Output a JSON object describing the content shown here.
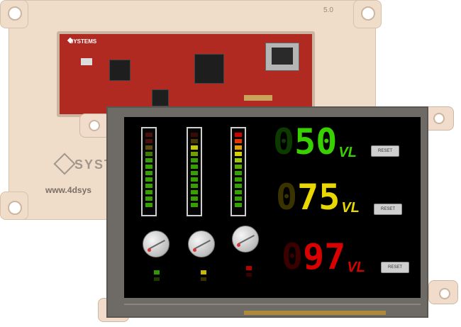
{
  "rear_module": {
    "version_label": "5.0",
    "brand_text": "SYSTEMS",
    "pcb_logo_text": "SYSTEMS",
    "url_text": "www.4dsys"
  },
  "display": {
    "meters": [
      {
        "name": "bar-meter-1",
        "colors": [
          "#4a0f0a",
          "#4a0f0a",
          "#5a4a0a",
          "#3c7a00",
          "#35a000",
          "#35a000",
          "#35a000",
          "#35a000",
          "#35a000",
          "#35a000",
          "#35a000",
          "#35a000"
        ]
      },
      {
        "name": "bar-meter-2",
        "colors": [
          "#3a0a08",
          "#4a3a08",
          "#caca00",
          "#6fa000",
          "#35a000",
          "#35a000",
          "#35a000",
          "#35a000",
          "#35a000",
          "#35a000",
          "#35a000",
          "#35a000"
        ]
      },
      {
        "name": "bar-meter-3",
        "colors": [
          "#d00000",
          "#e03800",
          "#e4a000",
          "#d8d000",
          "#9ec800",
          "#5aa800",
          "#35a000",
          "#35a000",
          "#35a000",
          "#35a000",
          "#35a000",
          "#35a000"
        ]
      }
    ],
    "readouts": [
      {
        "dim_digit": "0",
        "value": "50",
        "unit": "VL",
        "color": "#39d000",
        "dim_color": "#0c3a00",
        "button": "RESET"
      },
      {
        "dim_digit": "0",
        "value": "75",
        "unit": "VL",
        "color": "#e8d800",
        "dim_color": "#3a3300",
        "button": "RESET"
      },
      {
        "dim_digit": "0",
        "value": "97",
        "unit": "VL",
        "color": "#d80000",
        "dim_color": "#3a0000",
        "button": "RESET"
      }
    ],
    "indicator_colors": [
      "#2f9a00",
      "#c8b800",
      "#b80000"
    ]
  }
}
